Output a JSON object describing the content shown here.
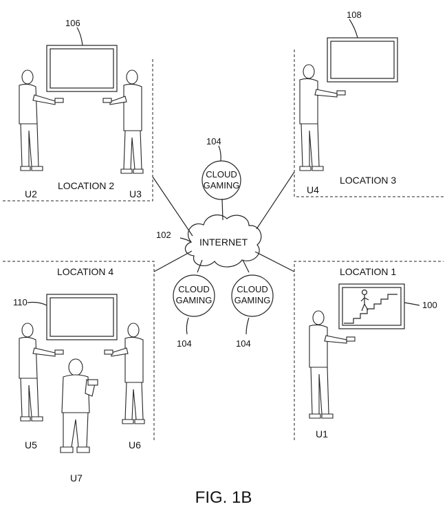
{
  "figure": {
    "caption": "FIG. 1B"
  },
  "network": {
    "internet_label": "INTERNET",
    "internet_ref": "102",
    "cloud_gaming_line1": "CLOUD",
    "cloud_gaming_line2": "GAMING",
    "cloud_gaming_ref": "104"
  },
  "locations": {
    "loc1": {
      "label": "LOCATION 1",
      "display_ref": "100",
      "users": [
        "U1"
      ]
    },
    "loc2": {
      "label": "LOCATION 2",
      "display_ref": "106",
      "users": [
        "U2",
        "U3"
      ]
    },
    "loc3": {
      "label": "LOCATION 3",
      "display_ref": "108",
      "users": [
        "U4"
      ]
    },
    "loc4": {
      "label": "LOCATION 4",
      "display_ref": "110",
      "users": [
        "U5",
        "U6",
        "U7"
      ]
    }
  }
}
